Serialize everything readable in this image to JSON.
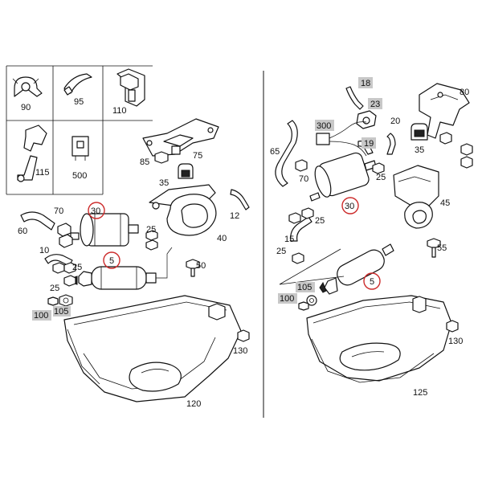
{
  "colors": {
    "highlight_ring": "#cc2a2a",
    "highlight_box": "#c8c8c8",
    "line": "#111111",
    "background": "#ffffff"
  },
  "inset_labels": {
    "c90": "90",
    "c95": "95",
    "c110": "110",
    "c115": "115",
    "c500": "500"
  },
  "left": {
    "c85": "85",
    "c75": "75",
    "c35": "35",
    "c12": "12",
    "c70": "70",
    "c30": "30",
    "c60": "60",
    "c25a": "25",
    "c40": "40",
    "c10": "10",
    "c25b": "25",
    "c5": "5",
    "c50": "50",
    "c25c": "25",
    "c100": "100",
    "c105": "105",
    "c130": "130",
    "c120": "120"
  },
  "right": {
    "c18": "18",
    "c23": "23",
    "c300": "300",
    "c19": "19",
    "c80": "80",
    "c20": "20",
    "c35": "35",
    "c65": "65",
    "c70": "70",
    "c25a": "25",
    "c45": "45",
    "c30": "30",
    "c25b": "25",
    "c15": "15",
    "c55": "55",
    "c25c": "25",
    "c105": "105",
    "c5": "5",
    "c100": "100",
    "c130": "130",
    "c125": "125"
  }
}
